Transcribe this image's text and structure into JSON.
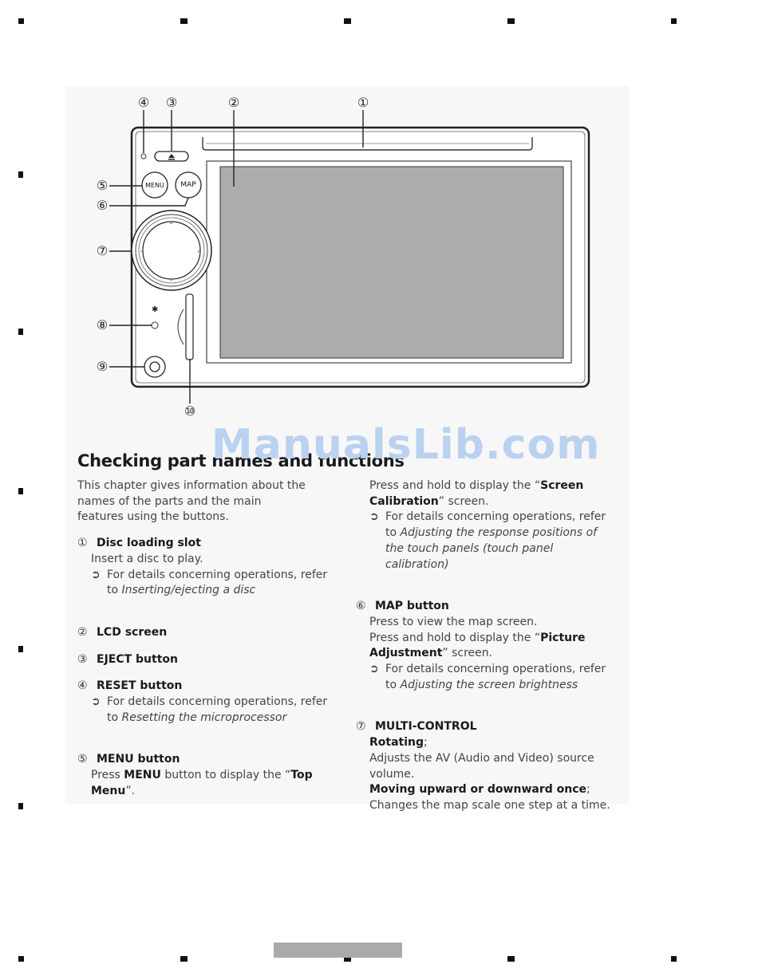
{
  "diagram": {
    "callouts": [
      "①",
      "②",
      "③",
      "④",
      "⑤",
      "⑥",
      "⑦",
      "⑧",
      "⑨",
      "⑩"
    ],
    "menu_button_label": "MENU",
    "map_button_label": "MAP"
  },
  "watermark": {
    "text": "ManualsLib.com"
  },
  "heading": "Checking part names and functions",
  "intro": "This chapter gives information about the names of the parts and the main features using the buttons.",
  "items": {
    "disc": {
      "num": "①",
      "title": "Disc loading slot",
      "desc": "Insert a disc to play.",
      "ref_prefix": "For details concerning operations, refer to ",
      "ref_link": "Inserting/ejecting a disc"
    },
    "lcd": {
      "num": "②",
      "title": "LCD screen"
    },
    "eject": {
      "num": "③",
      "title": "EJECT button"
    },
    "reset": {
      "num": "④",
      "title": "RESET button",
      "ref_prefix": "For details concerning operations, refer to ",
      "ref_link": "Resetting the microprocessor"
    },
    "menu": {
      "num": "⑤",
      "title": "MENU button",
      "desc_1": "Press ",
      "desc_bold": "MENU",
      "desc_2": " button to display the “",
      "desc_bold2": "Top Menu",
      "desc_3": "”."
    },
    "menu_cont": {
      "desc_1": "Press and hold to display the “",
      "desc_bold": "Screen Calibration",
      "desc_2": "” screen.",
      "ref_prefix": "For details concerning operations, refer to ",
      "ref_link": "Adjusting the response positions of the touch panels (touch panel calibration)"
    },
    "map": {
      "num": "⑥",
      "title": "MAP button",
      "desc": "Press to view the map screen.",
      "desc2_1": "Press and hold to display the “",
      "desc2_bold": "Picture Adjustment",
      "desc2_2": "” screen.",
      "ref_prefix": "For details concerning operations, refer to ",
      "ref_link": "Adjusting the screen brightness"
    },
    "multi": {
      "num": "⑦",
      "title": "MULTI-CONTROL",
      "rot_label": "Rotating",
      "rot_desc": "Adjusts the AV (Audio and Video) source volume.",
      "move_label": "Moving upward or downward once",
      "move_desc": "Changes the map scale one step at a time."
    }
  },
  "ref_arrow": "➲",
  "semicolon": ";"
}
